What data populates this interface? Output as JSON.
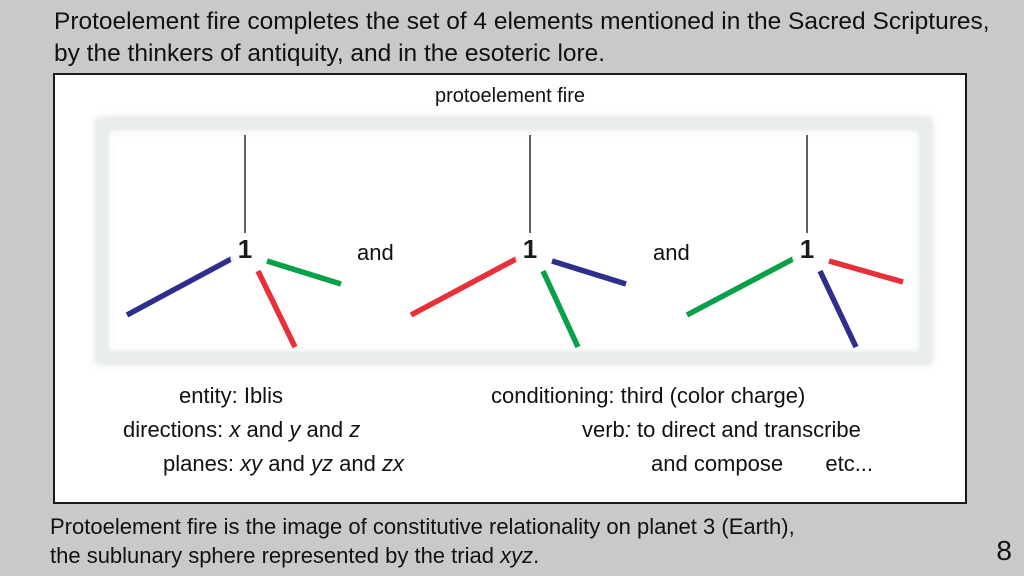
{
  "slide": {
    "heading": "Protoelement fire completes the set of 4 elements mentioned in the Sacred Scriptures, by the thinkers of antiquity, and in the esoteric lore.",
    "panel_title": "protoelement fire",
    "node_labels": [
      "1",
      "1",
      "1"
    ],
    "connector_1": "and",
    "connector_2": "and",
    "info_left": {
      "entity_key": "entity:",
      "entity_value": "Iblis",
      "directions_key": "directions:",
      "directions_x": "x",
      "directions_and1": " and ",
      "directions_y": "y",
      "directions_and2": " and ",
      "directions_z": "z",
      "planes_key": "planes:",
      "planes_xy": "xy",
      "planes_and1": " and ",
      "planes_yz": "yz",
      "planes_and2": " and ",
      "planes_zx": "zx"
    },
    "info_right": {
      "conditioning_key": "conditioning:",
      "conditioning_value": "third (color charge)",
      "verb_key": "verb",
      "verb_colon": ":",
      "verb_value": "to direct and transcribe",
      "compose": "and compose",
      "etc": "etc..."
    },
    "footer_line1": "Protoelement fire is the image of constitutive relationality on planet 3 (Earth),",
    "footer_line2_pre": "the sublunary sphere represented by the triad ",
    "footer_line2_em": "xyz",
    "footer_line2_post": ".",
    "page_number": "8"
  },
  "colors": {
    "blue": "#2e2f8c",
    "red": "#e8303a",
    "green": "#0aa04a",
    "stem": "#1a1a1a",
    "background": "#c9c9c9"
  }
}
